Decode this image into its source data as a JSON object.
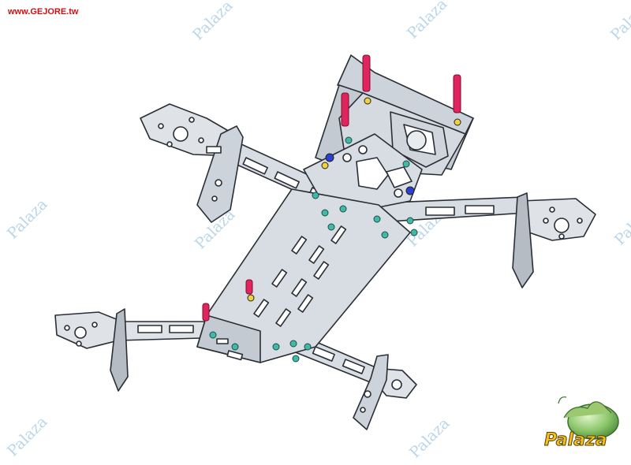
{
  "header": {
    "site_url": "www.GEJORE.tw"
  },
  "watermark": {
    "text": "Palaza"
  },
  "logo": {
    "text": "Palaza"
  },
  "colors": {
    "frame": "#d8dde3",
    "outline": "#2a2e35",
    "standoff": "#e0245e",
    "nut": "#3fb9a8",
    "nut_blue": "#2b3fd0",
    "nut_yellow": "#f0d23a",
    "watermark": "#b9d6ea",
    "url": "#cc1111"
  }
}
